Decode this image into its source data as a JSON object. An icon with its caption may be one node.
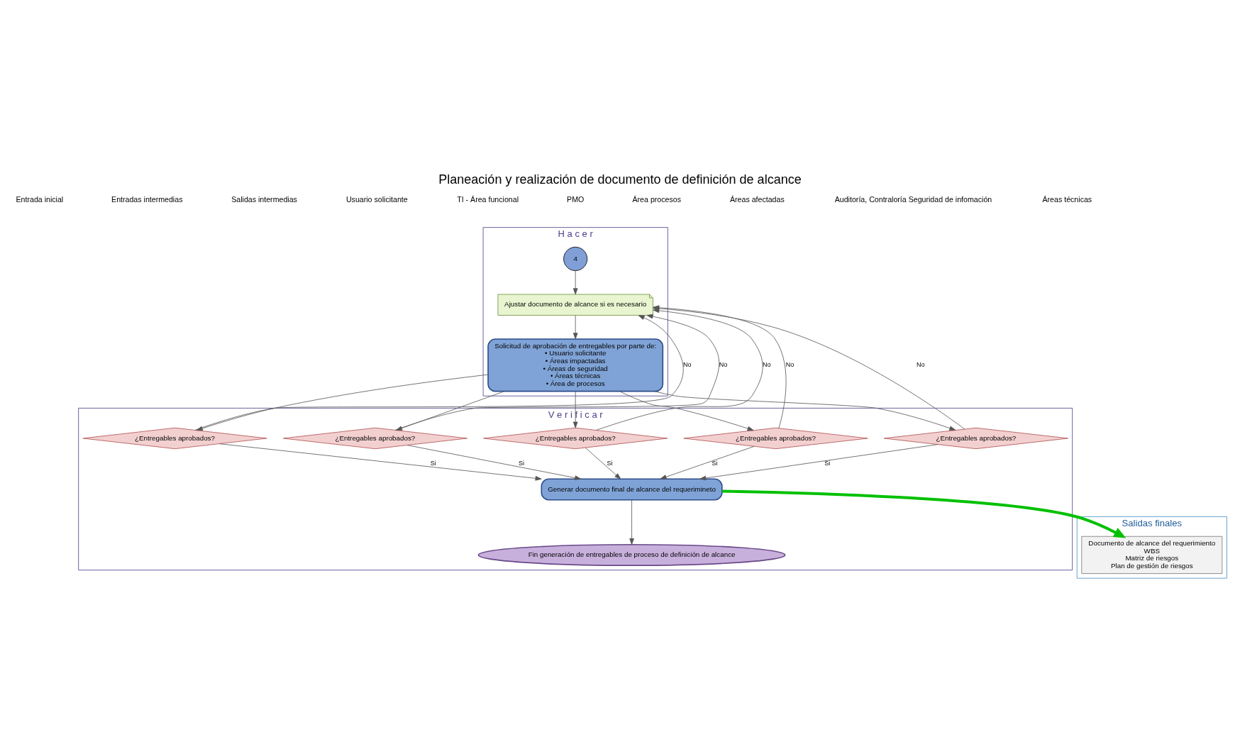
{
  "diagram": {
    "title": "Planeación y realización de documento de definición de alcance",
    "nodes": [
      {
        "text": [
          "Salidas finales"
        ]
      },
      {
        "text": [
          "H a c e r"
        ]
      },
      {
        "text": [
          "4"
        ],
        "in": 1
      },
      {
        "text": [
          "Ajustar documento de alcance si es necesario"
        ],
        "in": 1
      },
      {
        "text": [
          "Solicitud de aprobación de entregables por parte de:",
          "• Usuario solicitante",
          "• Áreas impactadas",
          "• Áreas de seguridad",
          "• Áreas técnicas",
          "• Área de procesos"
        ],
        "in": 1
      },
      {
        "text": [
          "V e r i f i c a r"
        ]
      },
      {
        "text": [
          "¿Entregables aprobados?"
        ],
        "in": 5
      },
      {
        "text": [
          "¿Entregables aprobados?"
        ],
        "in": 5
      },
      {
        "text": [
          "¿Entregables aprobados?"
        ],
        "in": 5
      },
      {
        "text": [
          "¿Entregables aprobados?"
        ],
        "in": 5
      },
      {
        "text": [
          "¿Entregables aprobados?"
        ],
        "in": 5
      },
      {
        "text": [
          "Generar documento final de alcance del requerimineto"
        ],
        "in": 5
      },
      {
        "text": [
          "Fin generación de entregables de proceso de definición de alcance"
        ],
        "in": 5
      },
      {
        "text": [
          "Documento de alcance del requerimiento",
          "WBS",
          "Matriz de riesgos",
          "Plan de gestión de riesgos"
        ],
        "in": 0
      }
    ],
    "edges": [
      {
        "from": 2,
        "to": 3,
        "arrow": "to"
      },
      {
        "from": 3,
        "to": 4,
        "arrow": "to"
      },
      {
        "from": 4,
        "to": 6,
        "arrow": "to"
      },
      {
        "from": 4,
        "to": 7,
        "arrow": "to"
      },
      {
        "from": 4,
        "to": 8,
        "arrow": "to"
      },
      {
        "from": 4,
        "to": 9,
        "arrow": "to"
      },
      {
        "from": 4,
        "to": 10,
        "arrow": "to"
      },
      {
        "from": 6,
        "to": 3,
        "arrow": "to",
        "label": "No"
      },
      {
        "from": 7,
        "to": 3,
        "arrow": "to",
        "label": "No"
      },
      {
        "from": 8,
        "to": 3,
        "arrow": "to",
        "label": "No"
      },
      {
        "from": 9,
        "to": 3,
        "arrow": "to",
        "label": "No"
      },
      {
        "from": 10,
        "to": 3,
        "arrow": "to",
        "label": "No"
      },
      {
        "from": 6,
        "to": 11,
        "arrow": "to",
        "label": "Si"
      },
      {
        "from": 7,
        "to": 11,
        "arrow": "to",
        "label": "Si"
      },
      {
        "from": 8,
        "to": 11,
        "arrow": "to",
        "label": "Si"
      },
      {
        "from": 9,
        "to": 11,
        "arrow": "to",
        "label": "Si"
      },
      {
        "from": 10,
        "to": 11,
        "arrow": "to",
        "label": "Si"
      },
      {
        "from": 11,
        "to": 12,
        "arrow": "to"
      },
      {
        "from": 11,
        "to": 13,
        "arrow": "to",
        "style": "thick",
        "color": "#00c000"
      }
    ],
    "labels": [
      "Entrada inicial",
      "Entradas intermedias",
      "Salidas intermedias",
      "Usuario solicitante",
      "TI - Área funcional",
      "PMO",
      "Área procesos",
      "Áreas afectadas",
      "Auditoría, Contraloría Seguridad de infomación",
      "Áreas técnicas"
    ]
  }
}
